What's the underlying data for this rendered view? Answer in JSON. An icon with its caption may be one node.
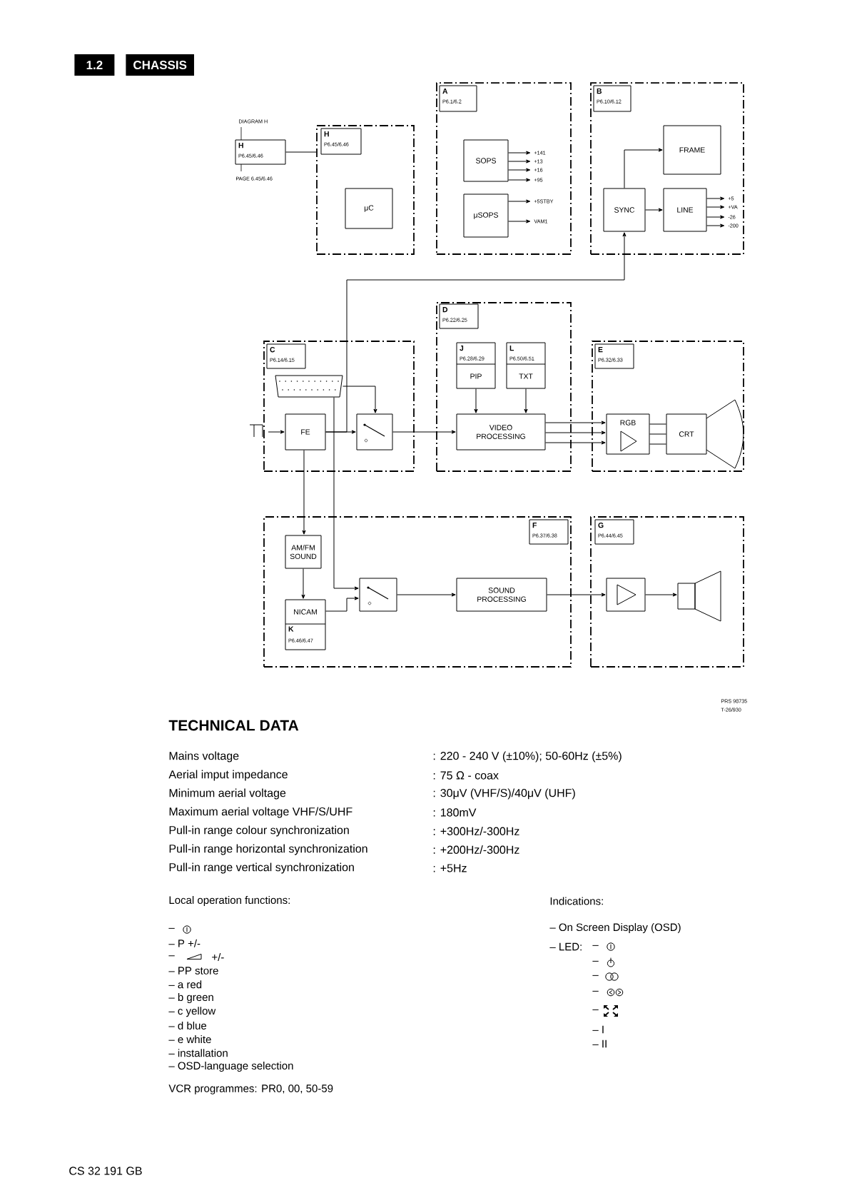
{
  "diagram": {
    "title": "CHASSIS",
    "nodes": [
      {
        "text": [
          "H",
          "P6.45/6.46"
        ],
        "beside": [
          "DIAGRAM H",
          "PAGE 6.45/6.46"
        ]
      },
      {
        "text": [
          "H",
          "P6.45/6.46"
        ]
      },
      {
        "text": [
          "μC"
        ],
        "in": 1
      },
      {
        "text": [
          "A",
          "P6.1/6.2"
        ]
      },
      {
        "text": [
          "SOPS"
        ],
        "in": 3
      },
      {
        "text": [
          "μSOPS"
        ],
        "in": 3
      },
      {
        "text": [
          "B",
          "P6.10/6.12"
        ]
      },
      {
        "text": [
          "FRAME"
        ],
        "in": 6
      },
      {
        "text": [
          "SYNC"
        ],
        "in": 6
      },
      {
        "text": [
          "LINE"
        ],
        "in": 6
      },
      {
        "text": [
          "C",
          "P6.14/6.15"
        ]
      },
      {
        "text": [],
        "shape": "connector",
        "in": 10
      },
      {
        "text": [
          "FE"
        ],
        "in": 10
      },
      {
        "text": [],
        "shape": "switch",
        "in": 10
      },
      {
        "text": [
          "D",
          "P6.22/6.25"
        ]
      },
      {
        "text": [
          "J",
          "P6.28/6.29",
          "PIP"
        ],
        "in": 14
      },
      {
        "text": [
          "L",
          "P6.50/6.51",
          "TXT"
        ],
        "in": 14
      },
      {
        "text": [
          "VIDEO PROCESSING"
        ],
        "in": 14
      },
      {
        "text": [
          "E",
          "P6.32/6.33"
        ]
      },
      {
        "text": [
          "RGB"
        ],
        "in": 18
      },
      {
        "text": [
          "CRT"
        ],
        "in": 18
      },
      {
        "text": [
          "F",
          "P6.37/6.38"
        ]
      },
      {
        "text": [
          "AM/FM SOUND"
        ],
        "in": 21
      },
      {
        "text": [
          "NICAM",
          "K",
          "P6.46/6.47"
        ],
        "in": 21
      },
      {
        "text": [],
        "shape": "switch",
        "in": 21
      },
      {
        "text": [
          "SOUND PROCESSING"
        ],
        "in": 21
      },
      {
        "text": [
          "G",
          "P6.44/6.45"
        ]
      },
      {
        "text": [],
        "shape": "amplifier",
        "in": 26
      },
      {
        "text": [],
        "shape": "speaker",
        "in": 26
      }
    ],
    "edges": [
      {
        "from": 0,
        "to": 1,
        "arrow": "none"
      },
      {
        "from": 4,
        "to": null,
        "arrow": "to",
        "label": "+141"
      },
      {
        "from": 4,
        "to": null,
        "arrow": "to",
        "label": "+13"
      },
      {
        "from": 4,
        "to": null,
        "arrow": "to",
        "label": "+16"
      },
      {
        "from": 4,
        "to": null,
        "arrow": "to",
        "label": "+95"
      },
      {
        "from": 5,
        "to": null,
        "arrow": "to",
        "label": "+5STBY"
      },
      {
        "from": 5,
        "to": null,
        "arrow": "to",
        "label": "VAM1"
      },
      {
        "from": 9,
        "to": null,
        "arrow": "to",
        "label": "+5"
      },
      {
        "from": 9,
        "to": null,
        "arrow": "to",
        "label": "+VA"
      },
      {
        "from": 9,
        "to": null,
        "arrow": "to",
        "label": "-26"
      },
      {
        "from": 9,
        "to": null,
        "arrow": "to",
        "label": "-200"
      },
      {
        "from": 8,
        "to": 7,
        "arrow": "to"
      },
      {
        "from": 8,
        "to": 9,
        "arrow": "to"
      },
      {
        "from": null,
        "to": 12,
        "arrow": "to"
      },
      {
        "from": 12,
        "to": 13,
        "arrow": "to"
      },
      {
        "from": 12,
        "to": 8,
        "arrow": "to"
      },
      {
        "from": 11,
        "to": 13,
        "arrow": "to"
      },
      {
        "from": 11,
        "to": 24,
        "arrow": "to"
      },
      {
        "from": 12,
        "to": 22,
        "arrow": "to"
      },
      {
        "from": 13,
        "to": 17,
        "arrow": "to"
      },
      {
        "from": 15,
        "to": 17,
        "arrow": "to"
      },
      {
        "from": 16,
        "to": 17,
        "arrow": "to"
      },
      {
        "from": 17,
        "to": 19,
        "arrow": "to"
      },
      {
        "from": 17,
        "to": 19,
        "arrow": "to"
      },
      {
        "from": 17,
        "to": 19,
        "arrow": "to"
      },
      {
        "from": 19,
        "to": 20,
        "arrow": "none"
      },
      {
        "from": 19,
        "to": 20,
        "arrow": "none"
      },
      {
        "from": 19,
        "to": 20,
        "arrow": "none"
      },
      {
        "from": 22,
        "to": 23,
        "arrow": "to"
      },
      {
        "from": 23,
        "to": 24,
        "arrow": "to"
      },
      {
        "from": 24,
        "to": 25,
        "arrow": "to"
      },
      {
        "from": 25,
        "to": 27,
        "arrow": "to"
      },
      {
        "from": 27,
        "to": 28,
        "arrow": "to"
      }
    ],
    "labels": [
      "1.2",
      "PRS 98735",
      "T-26/930",
      "TECHNICAL DATA",
      "Mains voltage",
      ": 220 - 240 V (±10%); 50-60Hz (±5%)",
      "Aerial imput impedance",
      ": 75 Ω - coax",
      "Minimum aerial voltage",
      ": 30μV (VHF/S)/40μV (UHF)",
      "Maximum aerial voltage VHF/S/UHF",
      ": 180mV",
      "Pull-in range colour synchronization",
      ": +300Hz/-300Hz",
      "Pull-in range horizontal synchronization",
      ": +200Hz/-300Hz",
      "Pull-in range vertical synchronization",
      ": +5Hz",
      "Local operation functions:",
      "–",
      "– P +/-",
      "–",
      "+/-",
      "– PP store",
      "– a red",
      "– b green",
      "– c yellow",
      "– d blue",
      "– e white",
      "– installation",
      "– OSD-language selection",
      "VCR programmes: PR0, 00, 50-59",
      "Indications:",
      "– On Screen Display (OSD)",
      "– LED:",
      "–",
      "–",
      "–",
      "–",
      "–",
      "– I",
      "– II",
      "CS 32 191 GB"
    ]
  }
}
